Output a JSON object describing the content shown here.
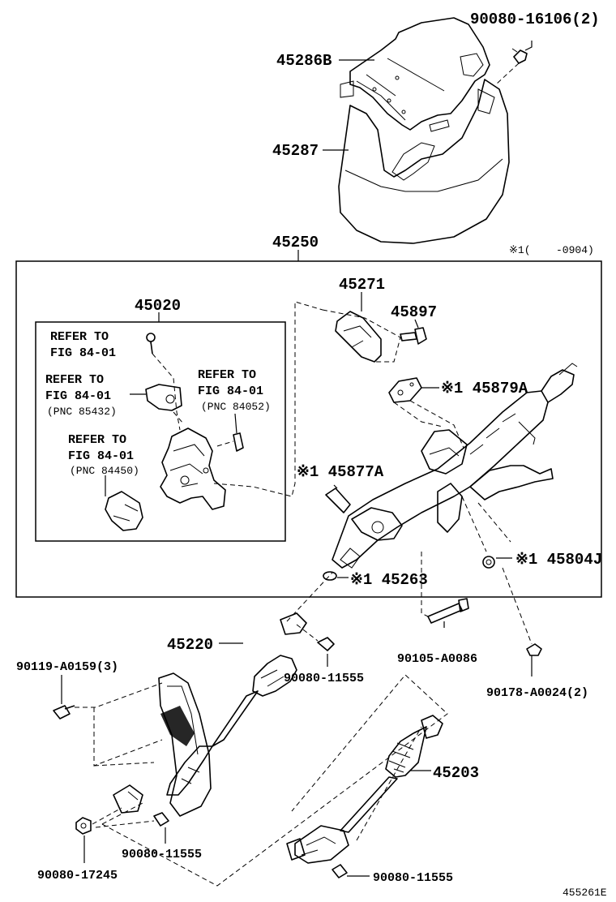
{
  "labels": {
    "p90080_16106": "90080-16106(2)",
    "p45286B": "45286B",
    "p45287": "45287",
    "p45250": "45250",
    "footnote_mark": "※1(",
    "footnote_code": "-0904)",
    "p45020": "45020",
    "p45271": "45271",
    "p45897": "45897",
    "refer1_a": "REFER TO",
    "refer1_b": "FIG 84-01",
    "refer2_a": "REFER TO",
    "refer2_b": "FIG 84-01",
    "refer2_c": "(PNC 85432)",
    "refer3_a": "REFER TO",
    "refer3_b": "FIG 84-01",
    "refer3_c": "(PNC 84052)",
    "refer4_a": "REFER TO",
    "refer4_b": "FIG 84-01",
    "refer4_c": "(PNC 84450)",
    "p45879A": "※1 45879A",
    "p45877A": "※1 45877A",
    "p45804J": "※1 45804J",
    "p45263": "※1 45263",
    "p45220": "45220",
    "p90119": "90119-A0159(3)",
    "p90080_11555_a": "90080-11555",
    "p90105": "90105-A0086",
    "p90178": "90178-A0024(2)",
    "p45203": "45203",
    "p90080_11555_b": "90080-11555",
    "p90080_17245": "90080-17245",
    "p90080_11555_c": "90080-11555",
    "diagram_id": "455261E"
  }
}
